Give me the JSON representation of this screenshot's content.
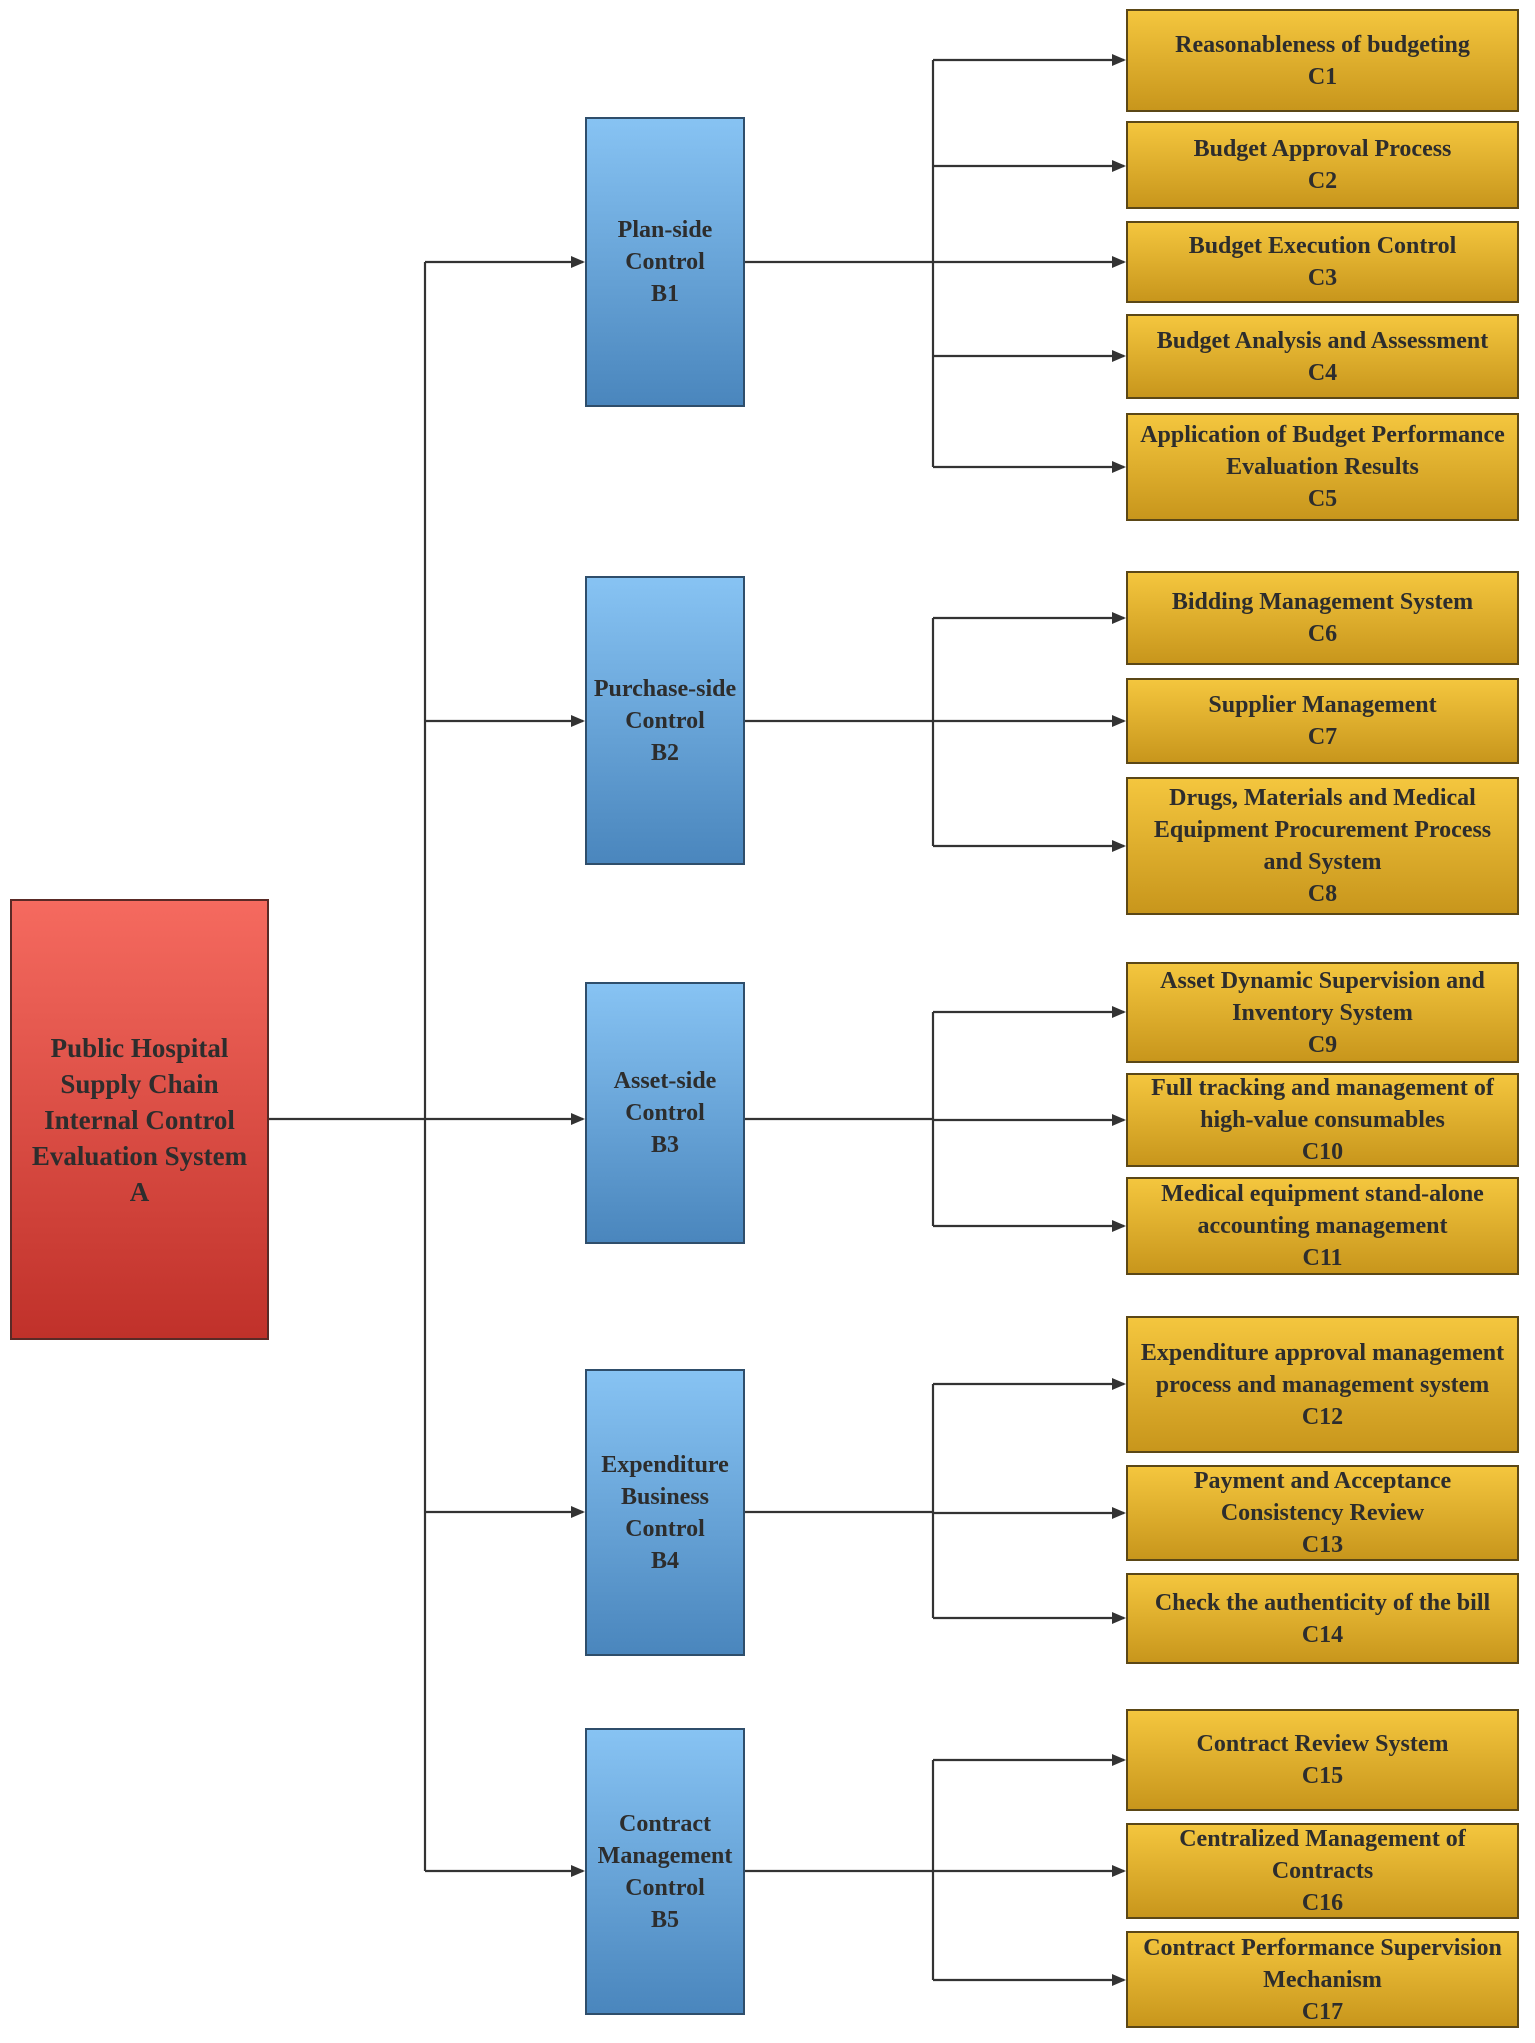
{
  "root": {
    "label": "Public Hospital Supply Chain Internal Control Evaluation System",
    "code": "A"
  },
  "groups": [
    {
      "label": "Plan-side Control",
      "code": "B1",
      "children": [
        {
          "label": "Reasonableness of budgeting",
          "code": "C1"
        },
        {
          "label": "Budget Approval Process",
          "code": "C2"
        },
        {
          "label": "Budget Execution Control",
          "code": "C3"
        },
        {
          "label": "Budget Analysis and Assessment",
          "code": "C4"
        },
        {
          "label": "Application of Budget Performance Evaluation Results",
          "code": "C5"
        }
      ]
    },
    {
      "label": "Purchase-side Control",
      "code": "B2",
      "children": [
        {
          "label": "Bidding Management System",
          "code": "C6"
        },
        {
          "label": "Supplier Management",
          "code": "C7"
        },
        {
          "label": "Drugs, Materials and Medical Equipment Procurement Process and System",
          "code": "C8"
        }
      ]
    },
    {
      "label": "Asset-side Control",
      "code": "B3",
      "children": [
        {
          "label": "Asset Dynamic Supervision and Inventory System",
          "code": "C9"
        },
        {
          "label": "Full tracking and management of high-value consumables",
          "code": "C10"
        },
        {
          "label": "Medical equipment stand-alone accounting management",
          "code": "C11"
        }
      ]
    },
    {
      "label": "Expenditure Business Control",
      "code": "B4",
      "children": [
        {
          "label": "Expenditure approval management process and management system",
          "code": "C12"
        },
        {
          "label": "Payment and Acceptance Consistency Review",
          "code": "C13"
        },
        {
          "label": "Check the authenticity of the bill",
          "code": "C14"
        }
      ]
    },
    {
      "label": "Contract Management Control",
      "code": "B5",
      "children": [
        {
          "label": "Contract Review System",
          "code": "C15"
        },
        {
          "label": "Centralized Management of Contracts",
          "code": "C16"
        },
        {
          "label": "Contract Performance Supervision Mechanism",
          "code": "C17"
        }
      ]
    }
  ]
}
